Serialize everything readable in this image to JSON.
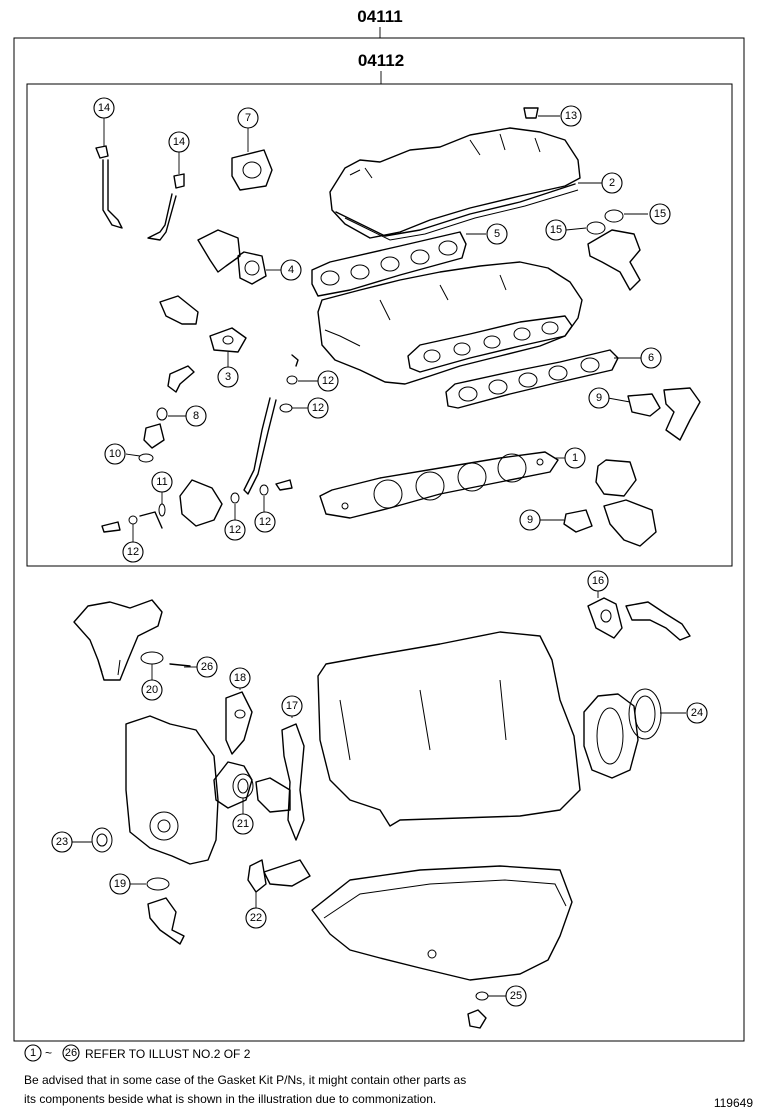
{
  "kits": {
    "outer": "04111",
    "inner": "04112"
  },
  "callouts": {
    "c1": "1",
    "c2": "2",
    "c3": "3",
    "c4": "4",
    "c5": "5",
    "c6": "6",
    "c7": "7",
    "c8": "8",
    "c9a": "9",
    "c9b": "9",
    "c10": "10",
    "c11": "11",
    "c12a": "12",
    "c12b": "12",
    "c12c": "12",
    "c12d": "12",
    "c12e": "12",
    "c13": "13",
    "c14a": "14",
    "c14b": "14",
    "c15a": "15",
    "c15b": "15",
    "c16": "16",
    "c17": "17",
    "c18": "18",
    "c19": "19",
    "c20": "20",
    "c21": "21",
    "c22": "22",
    "c23": "23",
    "c24": "24",
    "c25": "25",
    "c26": "26"
  },
  "footer": {
    "range_start": "1",
    "range_end": "26",
    "range_sep": "~",
    "refer_text": "REFER TO ILLUST NO.2 OF 2",
    "advice_line1": "Be advised that in some case of the Gasket Kit P/Ns,  it might contain other parts as",
    "advice_line2": "its components beside what is shown in the illustration due to commonization.",
    "illustration_number": "119649"
  }
}
